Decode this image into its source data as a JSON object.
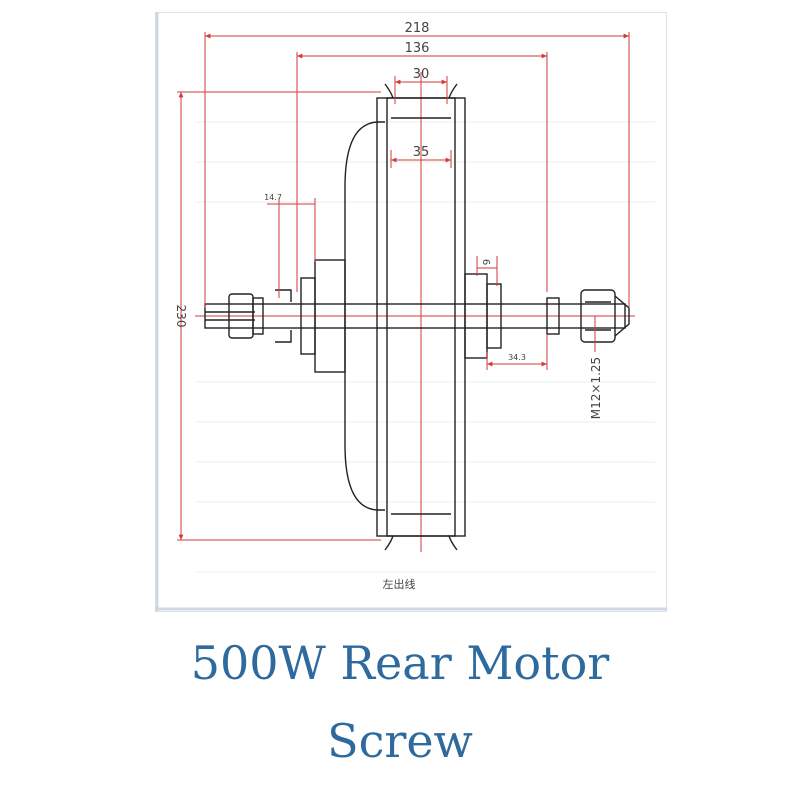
{
  "caption": {
    "line1": "500W Rear Motor",
    "line2": "Screw",
    "color": "#2e6a9e"
  },
  "drawing": {
    "line_color": "#222222",
    "dimension_color": "#d23a3a",
    "dimensions": {
      "overall_width": "218",
      "inner_width": "136",
      "rim_width": "30",
      "hub_width": "35",
      "left_offset": "14.7",
      "right_flange": "9",
      "right_offset": "34.3",
      "height": "230",
      "thread": "M12×1.25"
    },
    "footer_label": "左出线"
  }
}
